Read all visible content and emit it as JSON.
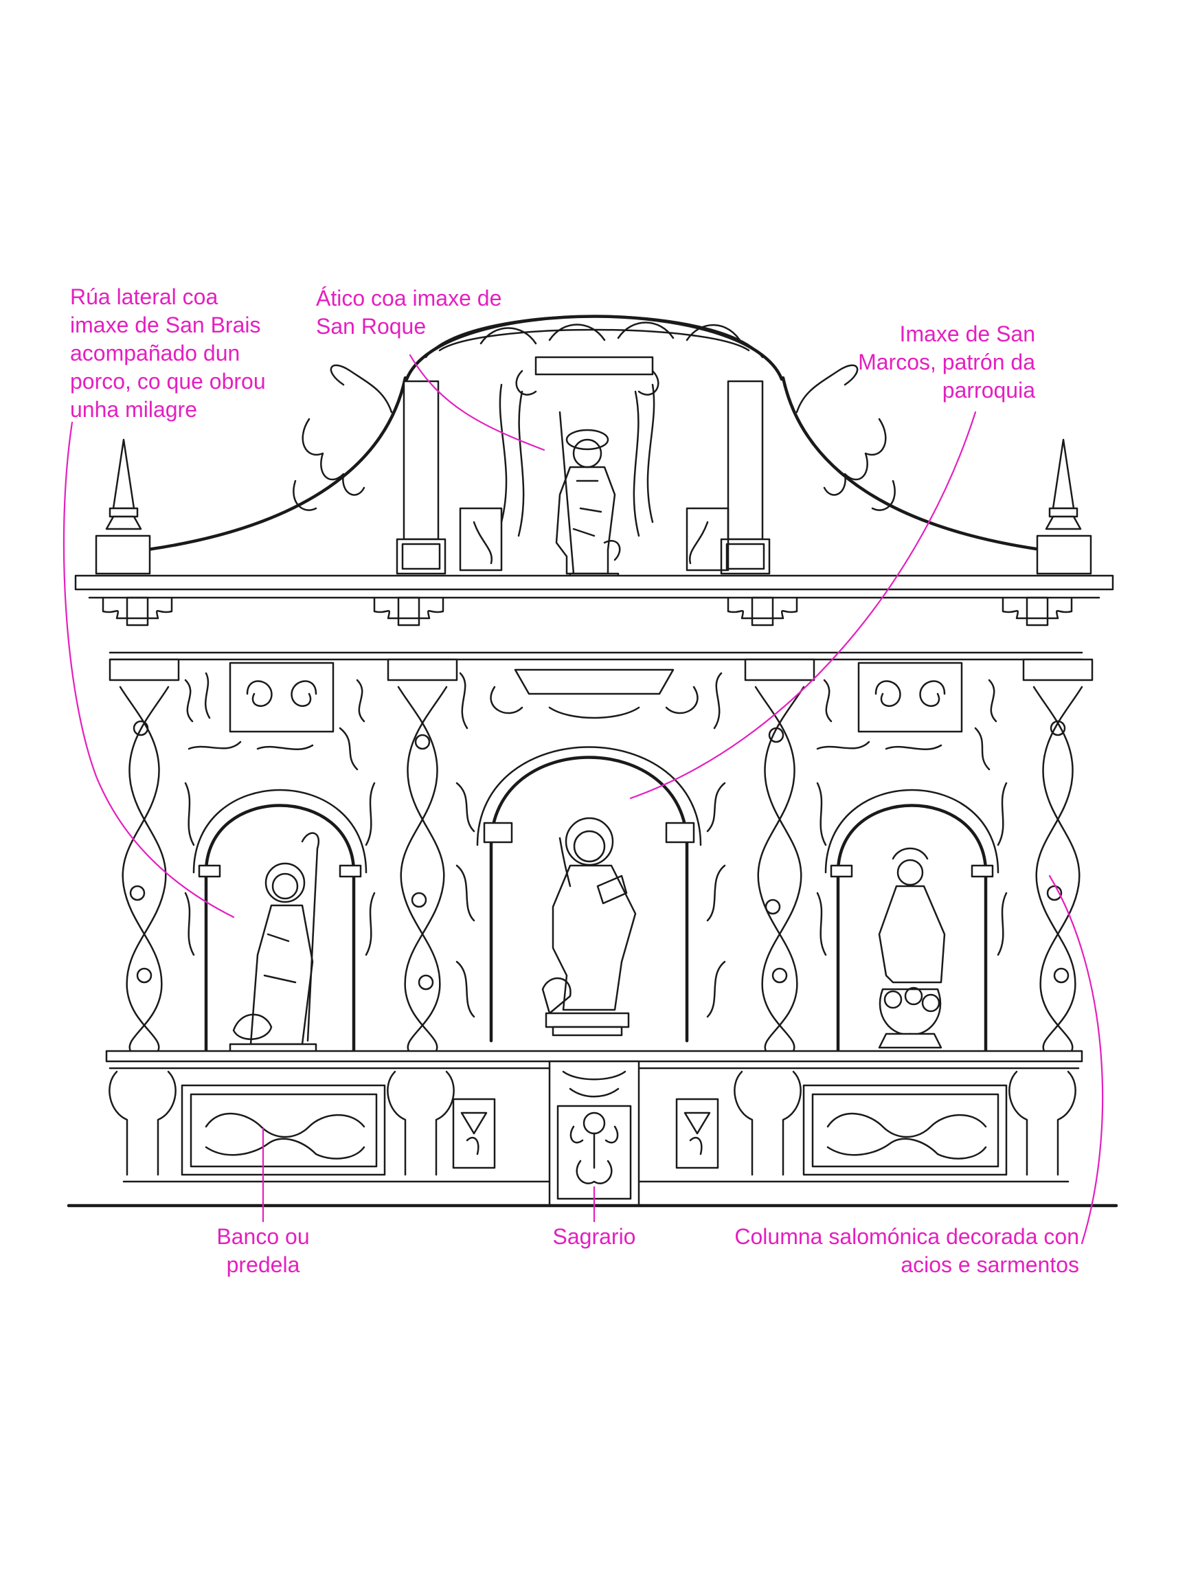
{
  "annotations": [
    {
      "id": "san-brais",
      "text": "Rúa lateral coa\nimaxe de San Brais\nacompañado dun\nporco, co que obrou\nunha milagre"
    },
    {
      "id": "atico",
      "text": "Ático coa imaxe de\nSan Roque"
    },
    {
      "id": "san-marcos",
      "text": "Imaxe de San\nMarcos, patrón da\nparroquia"
    },
    {
      "id": "banco",
      "text": "Banco ou predela"
    },
    {
      "id": "sagrario",
      "text": "Sagrario"
    },
    {
      "id": "columna",
      "text": "Columna salomónica decorada con\nacios e sarmentos"
    }
  ],
  "colors": {
    "annotation": "#e41fbf",
    "line": "#1a1a1a",
    "background": "#ffffff"
  }
}
